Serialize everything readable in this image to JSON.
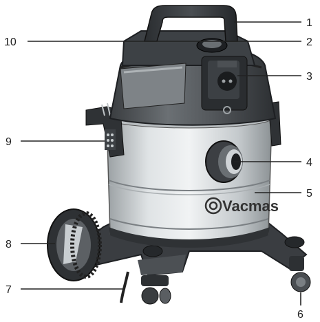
{
  "diagram": {
    "brand_text": "Vacmas",
    "callouts": [
      {
        "id": "1",
        "label": "1"
      },
      {
        "id": "2",
        "label": "2"
      },
      {
        "id": "3",
        "label": "3"
      },
      {
        "id": "4",
        "label": "4"
      },
      {
        "id": "5",
        "label": "5"
      },
      {
        "id": "6",
        "label": "6"
      },
      {
        "id": "7",
        "label": "7"
      },
      {
        "id": "8",
        "label": "8"
      },
      {
        "id": "9",
        "label": "9"
      },
      {
        "id": "10",
        "label": "10"
      }
    ]
  }
}
